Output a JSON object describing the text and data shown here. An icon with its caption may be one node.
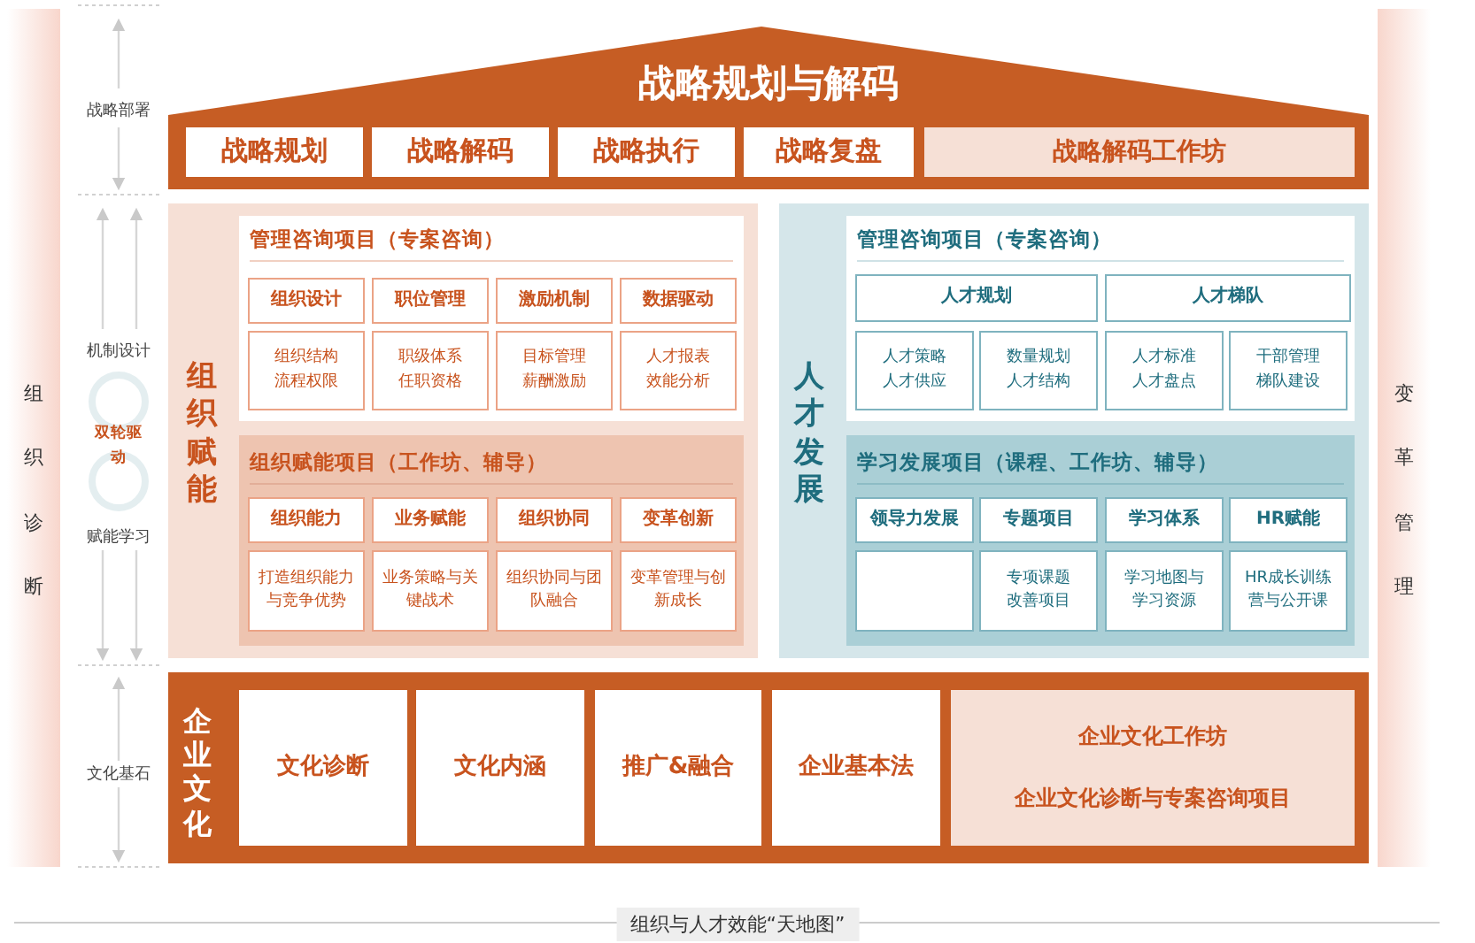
{
  "diagram": {
    "caption": "组织与人才效能“天地图”",
    "nodes": [
      {
        "text": [
          "战略规划与解码"
        ]
      },
      {
        "text": [
          "战略规划"
        ],
        "in": 0
      },
      {
        "text": [
          "战略解码"
        ],
        "in": 0
      },
      {
        "text": [
          "战略执行"
        ],
        "in": 0
      },
      {
        "text": [
          "战略复盘"
        ],
        "in": 0
      },
      {
        "text": [
          "战略解码工作坊"
        ],
        "in": 0
      },
      {
        "text": [
          "组织赋能"
        ]
      },
      {
        "text": [
          "管理咨询项目（专案咨询）"
        ],
        "in": 6
      },
      {
        "text": [
          "组织设计"
        ],
        "in": 7
      },
      {
        "text": [
          "职位管理"
        ],
        "in": 7
      },
      {
        "text": [
          "激励机制"
        ],
        "in": 7
      },
      {
        "text": [
          "数据驱动"
        ],
        "in": 7
      },
      {
        "text": [
          "组织结构流程权限"
        ],
        "in": 7
      },
      {
        "text": [
          "职级体系任职资格"
        ],
        "in": 7
      },
      {
        "text": [
          "目标管理薪酬激励"
        ],
        "in": 7
      },
      {
        "text": [
          "人才报表效能分析"
        ],
        "in": 7
      },
      {
        "text": [
          "组织赋能项目（工作坊、辅导）"
        ],
        "in": 6
      },
      {
        "text": [
          "组织能力"
        ],
        "in": 16
      },
      {
        "text": [
          "业务赋能"
        ],
        "in": 16
      },
      {
        "text": [
          "组织协同"
        ],
        "in": 16
      },
      {
        "text": [
          "变革创新"
        ],
        "in": 16
      },
      {
        "text": [
          "打造组织能力与竞争优势"
        ],
        "in": 16
      },
      {
        "text": [
          "业务策略与关键战术"
        ],
        "in": 16
      },
      {
        "text": [
          "组织协同与团队融合"
        ],
        "in": 16
      },
      {
        "text": [
          "变革管理与创新成长"
        ],
        "in": 16
      },
      {
        "text": [
          "人才发展"
        ]
      },
      {
        "text": [
          "管理咨询项目（专案咨询）"
        ],
        "in": 25
      },
      {
        "text": [
          "人才规划"
        ],
        "in": 26
      },
      {
        "text": [
          "人才梯队"
        ],
        "in": 26
      },
      {
        "text": [
          "人才策略人才供应"
        ],
        "in": 26
      },
      {
        "text": [
          "数量规划人才结构"
        ],
        "in": 26
      },
      {
        "text": [
          "人才标准人才盘点"
        ],
        "in": 26
      },
      {
        "text": [
          "干部管理梯队建设"
        ],
        "in": 26
      },
      {
        "text": [
          "学习发展项目（课程、工作坊、辅导）"
        ],
        "in": 25
      },
      {
        "text": [
          "领导力发展"
        ],
        "in": 33
      },
      {
        "text": [
          "专题项目"
        ],
        "in": 33
      },
      {
        "text": [
          "学习体系"
        ],
        "in": 33
      },
      {
        "text": [
          "HR赋能"
        ],
        "in": 33
      },
      {
        "text": [],
        "shape": "box",
        "in": 33
      },
      {
        "text": [
          "专项课题改善项目"
        ],
        "in": 33
      },
      {
        "text": [
          "学习地图与学习资源"
        ],
        "in": 33
      },
      {
        "text": [
          "HR成长训练营与公开课"
        ],
        "in": 33
      },
      {
        "text": [
          "企业文化"
        ]
      },
      {
        "text": [
          "文化诊断"
        ],
        "in": 42
      },
      {
        "text": [
          "文化内涵"
        ],
        "in": 42
      },
      {
        "text": [
          "推广&融合"
        ],
        "in": 42
      },
      {
        "text": [
          "企业基本法"
        ],
        "in": 42
      },
      {
        "text": [
          "企业文化工作坊",
          "企业文化诊断与专案咨询项目"
        ],
        "in": 42
      },
      {
        "text": [
          "组织诊断"
        ]
      },
      {
        "text": [
          "变革管理"
        ]
      }
    ],
    "labels": [
      "战略部署",
      "机制设计",
      "双轮驱动",
      "赋能学习",
      "文化基石"
    ]
  }
}
